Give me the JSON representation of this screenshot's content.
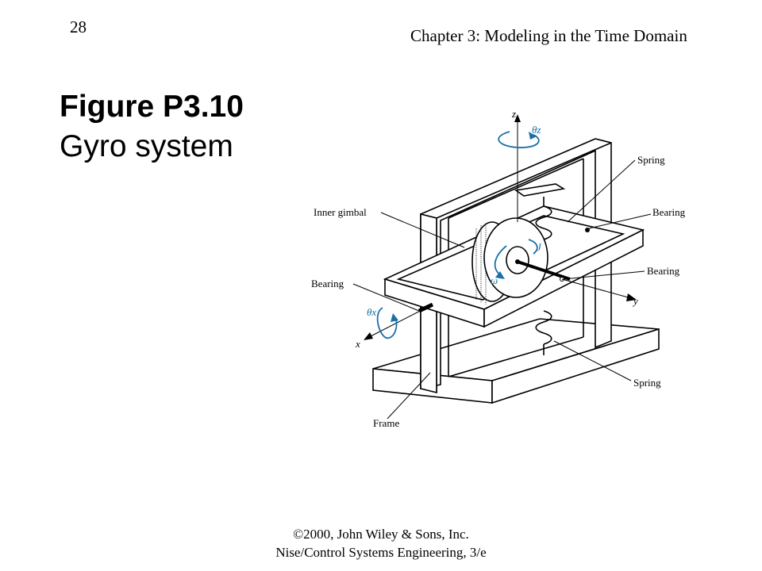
{
  "header": {
    "page_number": "28",
    "chapter_title": "Chapter 3: Modeling in the Time Domain"
  },
  "figure": {
    "label": "Figure P3.10",
    "caption": "Gyro system"
  },
  "diagram": {
    "labels": {
      "spring_top": "Spring",
      "bearing_top": "Bearing",
      "inner_gimbal": "Inner gimbal",
      "bearing_right": "Bearing",
      "bearing_left": "Bearing",
      "spring_bottom": "Spring",
      "frame": "Frame"
    },
    "axes": {
      "z": "z",
      "y": "y",
      "x": "x",
      "theta_z": "θz",
      "theta_x": "θx",
      "J": "J",
      "omega": "ω"
    },
    "colors": {
      "accent": "#1a6fa8",
      "line": "#000000"
    }
  },
  "footer": {
    "line1": "©2000, John Wiley & Sons, Inc.",
    "line2": "Nise/Control Systems Engineering, 3/e"
  }
}
